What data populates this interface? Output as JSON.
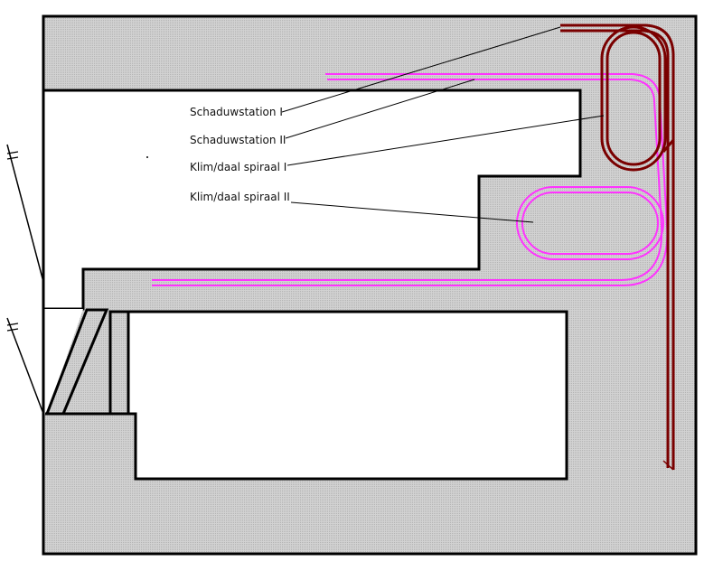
{
  "colors": {
    "floor": "#cbcbcb",
    "wall": "#000000",
    "background": "#ffffff",
    "track_red": "#7a0000",
    "track_magenta": "#ff33ff"
  },
  "labels": {
    "schaduwstation_1": "Schaduwstation I",
    "schaduwstation_2": "Schaduwstation II",
    "spiraal_1": "Klim/daal spiraal I",
    "spiraal_2": "Klim/daal spiraal II"
  }
}
